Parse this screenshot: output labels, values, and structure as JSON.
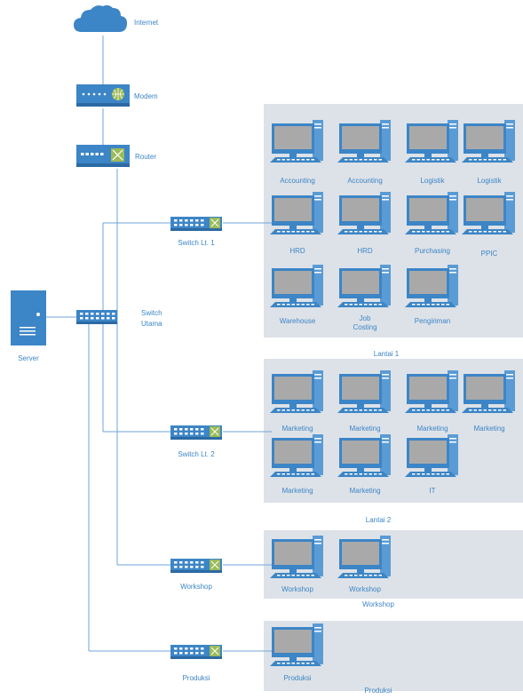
{
  "colors": {
    "device": "#3c85c6",
    "device_light": "#5a9bd5",
    "screen": "#dce6f0",
    "screen_inner": "#a9a9a9",
    "line": "#6fa6d7",
    "zone": "#dde2e8",
    "text": "#3c85c6",
    "port_green": "#9bbb59",
    "cloud": "#3c85c6"
  },
  "infrastructure": {
    "internet": "Internet",
    "modem": "Modem",
    "router": "Router",
    "server": "Server",
    "main_switch": [
      "Switch",
      "Utama"
    ]
  },
  "switches": [
    {
      "id": "lt1",
      "label": "Switch Lt. 1"
    },
    {
      "id": "lt2",
      "label": "Switch Lt. 2"
    },
    {
      "id": "workshop",
      "label": "Workshop"
    },
    {
      "id": "produksi",
      "label": "Produksi"
    }
  ],
  "zones": [
    {
      "id": "lantai1",
      "caption": "Lantai 1",
      "computers": [
        [
          "Accounting"
        ],
        [
          "Accounting"
        ],
        [
          "Logistik"
        ],
        [
          "Logistik"
        ],
        [
          "HRD"
        ],
        [
          "HRD"
        ],
        [
          "Purchasing"
        ],
        [
          "PPIC"
        ],
        [
          "Warehouse"
        ],
        [
          "Job",
          "Costing"
        ],
        [
          "Pengiriman"
        ]
      ]
    },
    {
      "id": "lantai2",
      "caption": "Lantai 2",
      "computers": [
        [
          "Marketing"
        ],
        [
          "Marketing"
        ],
        [
          "Marketing"
        ],
        [
          "Marketing"
        ],
        [
          "Marketing"
        ],
        [
          "Marketing"
        ],
        [
          "IT"
        ]
      ]
    },
    {
      "id": "workshop",
      "caption": "Workshop",
      "computers": [
        [
          "Workshop"
        ],
        [
          "Workshop"
        ]
      ]
    },
    {
      "id": "produksi",
      "caption": "Produksi",
      "computers": [
        [
          "Produksi"
        ]
      ]
    }
  ]
}
